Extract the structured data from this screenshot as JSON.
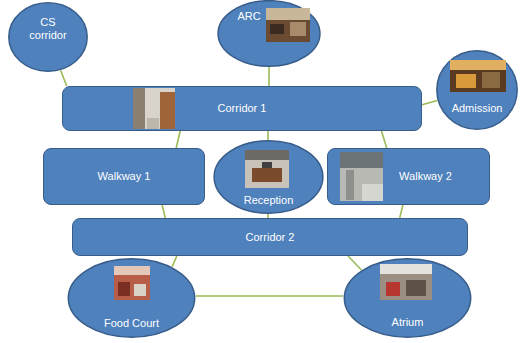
{
  "diagram": {
    "nodes": [
      {
        "text": [
          "CS corridor"
        ]
      },
      {
        "text": [
          "ARC"
        ]
      },
      {
        "text": [
          "Admission"
        ]
      },
      {
        "text": [
          "Corridor 1"
        ]
      },
      {
        "text": [
          "Walkway 1"
        ]
      },
      {
        "text": [
          "Reception"
        ]
      },
      {
        "text": [
          "Walkway 2"
        ]
      },
      {
        "text": [
          "Corridor 2"
        ]
      },
      {
        "text": [
          "Food Court"
        ]
      },
      {
        "text": [
          "Atrium"
        ]
      }
    ],
    "edges": [
      {
        "from": 0,
        "to": 3,
        "arrow": "none"
      },
      {
        "from": 1,
        "to": 3,
        "arrow": "none"
      },
      {
        "from": 2,
        "to": 3,
        "arrow": "none"
      },
      {
        "from": 3,
        "to": 4,
        "arrow": "none"
      },
      {
        "from": 3,
        "to": 5,
        "arrow": "none"
      },
      {
        "from": 3,
        "to": 6,
        "arrow": "none"
      },
      {
        "from": 4,
        "to": 7,
        "arrow": "none"
      },
      {
        "from": 5,
        "to": 7,
        "arrow": "none"
      },
      {
        "from": 6,
        "to": 7,
        "arrow": "none"
      },
      {
        "from": 7,
        "to": 8,
        "arrow": "none"
      },
      {
        "from": 7,
        "to": 9,
        "arrow": "none"
      },
      {
        "from": 8,
        "to": 9,
        "arrow": "none"
      }
    ]
  }
}
